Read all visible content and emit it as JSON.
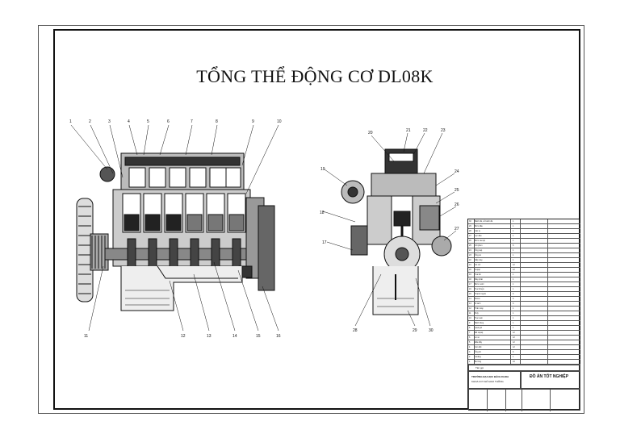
{
  "title": "TỔNG THỂ ĐỘNG CƠ DL08K",
  "callouts_left": [
    "1",
    "2",
    "3",
    "4",
    "5",
    "6",
    "7",
    "8",
    "9",
    "10",
    "11",
    "12",
    "13",
    "14",
    "15",
    "16"
  ],
  "callouts_right": [
    "17",
    "18",
    "19",
    "20",
    "21",
    "22",
    "23",
    "24",
    "25",
    "26",
    "27",
    "28",
    "29",
    "30"
  ],
  "title_block": {
    "project": "ĐỒ ÁN TỐT NGHIỆP",
    "school": "TRƯỜNG ĐẠI HỌC BÁCH KHOA",
    "faculty": "KHOA CƠ KHÍ GIAO THÔNG",
    "col_header": "Tên gọi",
    "rows": [
      {
        "n": "30",
        "name": "Bánh đà, vỏ bánh đà",
        "q": "1"
      },
      {
        "n": "29",
        "name": "Bơm dầu",
        "q": "1"
      },
      {
        "n": "28",
        "name": "Các te",
        "q": "1"
      },
      {
        "n": "27",
        "name": "Lọc dầu",
        "q": "1"
      },
      {
        "n": "26",
        "name": "Bơm cao áp",
        "q": "1"
      },
      {
        "n": "25",
        "name": "Vòi phun",
        "q": "6"
      },
      {
        "n": "24",
        "name": "Ống nạp",
        "q": "1"
      },
      {
        "n": "23",
        "name": "Ống xả",
        "q": "1"
      },
      {
        "n": "22",
        "name": "Nắp máy",
        "q": "1"
      },
      {
        "n": "21",
        "name": "Cò mổ",
        "q": "12"
      },
      {
        "n": "20",
        "name": "Xupap",
        "q": "12"
      },
      {
        "n": "19",
        "name": "Tua bin",
        "q": "1"
      },
      {
        "n": "18",
        "name": "Máy phát",
        "q": "1"
      },
      {
        "n": "17",
        "name": "Bơm nước",
        "q": "1"
      },
      {
        "n": "16",
        "name": "Trục khuỷu",
        "q": "1"
      },
      {
        "n": "15",
        "name": "Thanh truyền",
        "q": "6"
      },
      {
        "n": "14",
        "name": "Piston",
        "q": "6"
      },
      {
        "n": "13",
        "name": "Xi lanh",
        "q": "6"
      },
      {
        "n": "12",
        "name": "Thân máy",
        "q": "1"
      },
      {
        "n": "11",
        "name": "Puly",
        "q": "1"
      },
      {
        "n": "10",
        "name": "Trục cam",
        "q": "1"
      },
      {
        "n": "9",
        "name": "Bánh răng",
        "q": "1"
      },
      {
        "n": "8",
        "name": "Quạt gió",
        "q": "1"
      },
      {
        "n": "7",
        "name": "Đế xupap",
        "q": "12"
      },
      {
        "n": "6",
        "name": "Lò xo",
        "q": "12"
      },
      {
        "n": "5",
        "name": "Đũa đẩy",
        "q": "12"
      },
      {
        "n": "4",
        "name": "Con đội",
        "q": "12"
      },
      {
        "n": "3",
        "name": "Ống lót",
        "q": "6"
      },
      {
        "n": "2",
        "name": "Gioăng",
        "q": "1"
      },
      {
        "n": "1",
        "name": "Bu lông",
        "q": "24"
      }
    ]
  }
}
